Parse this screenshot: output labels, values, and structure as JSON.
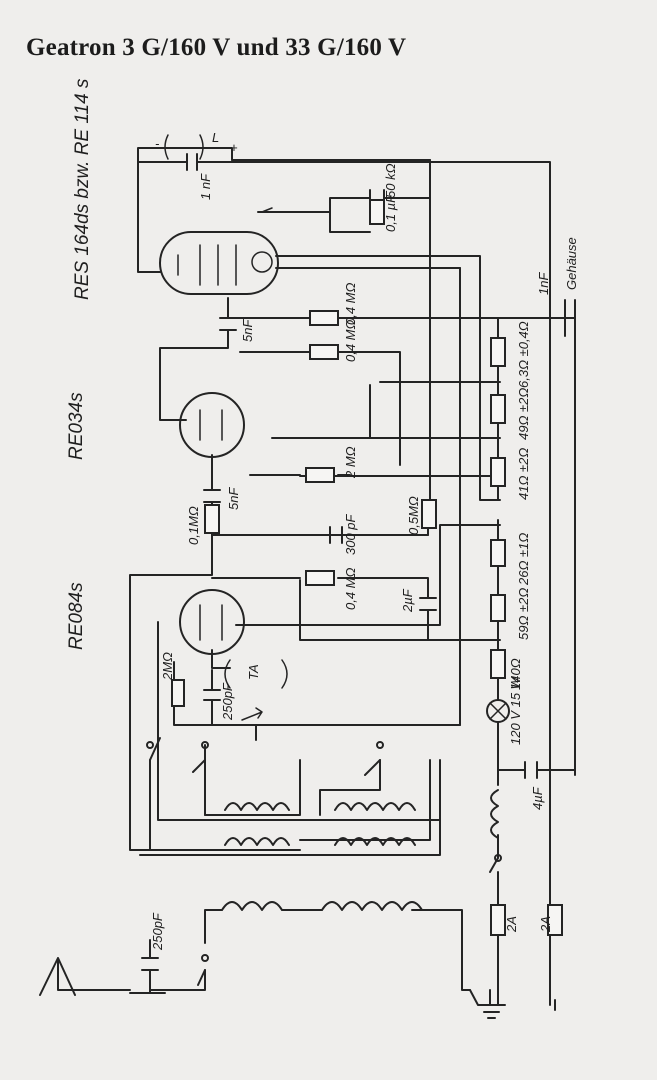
{
  "title": "Geatron 3 G/160 V und 33 G/160 V",
  "tubes": {
    "t1": "RES 164ds bzw. RE 114 s",
    "t2": "RE034s",
    "t3": "RE084s"
  },
  "labels": {
    "l": "L",
    "minus": "-",
    "plus": "+",
    "c_1nf_top": "1 nF",
    "r_50k": "50 kΩ",
    "c_01uf": "0,1 µF",
    "c_5nf_1": "5nF",
    "r_04m_1": "0,4 MΩ",
    "r_04m_2": "0,4 MΩ",
    "c_1nf_gehaeuse": "1nF",
    "gehaeuse": "Gehäuse",
    "r_63": "6,3Ω ±0,4Ω",
    "r_49": "49Ω ±2Ω",
    "r_41": "41Ω ±2Ω",
    "r_2m": "2 MΩ",
    "c_5nf_2": "5nF",
    "r_01m": "0,1MΩ",
    "c_300pf": "300 pF",
    "r_05m": "0,5MΩ",
    "r_26": "26Ω ±1Ω",
    "r_04m_3": "0,4 MΩ",
    "c_2uf": "2µF",
    "r_59": "59Ω ±2Ω",
    "r_2m_b": "2MΩ",
    "ta": "TA",
    "c_250pf": "250pF",
    "r_140": "140Ω",
    "lamp": "120 V 15 W",
    "c_4uf": "4µF",
    "c_250pf_ant": "250pF",
    "fuse_a": "2A",
    "fuse_b": "2A"
  }
}
